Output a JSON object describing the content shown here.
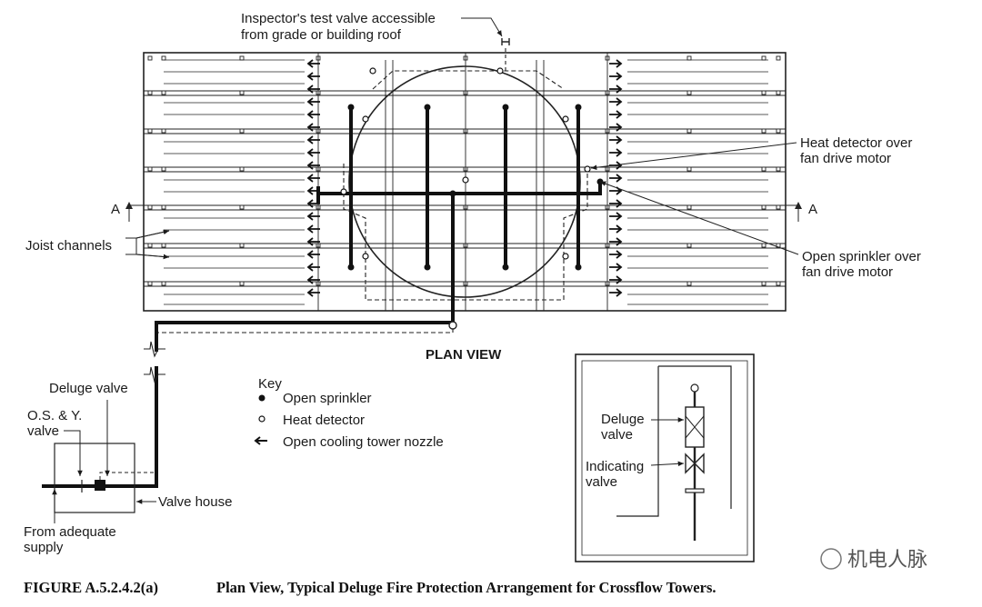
{
  "labels": {
    "inspector_line1": "Inspector's test valve accessible",
    "inspector_line2": "from grade or building roof",
    "heat_detector_line1": "Heat detector over",
    "heat_detector_line2": "fan drive motor",
    "open_sprinkler_line1": "Open sprinkler over",
    "open_sprinkler_line2": "fan drive motor",
    "joist_channels": "Joist channels",
    "section_left": "A",
    "section_right": "A",
    "plan_view": "PLAN VIEW",
    "deluge_valve": "Deluge valve",
    "osy_line1": "O.S. & Y.",
    "osy_line2": "valve",
    "valve_house": "Valve house",
    "supply_line1": "From adequate",
    "supply_line2": "supply"
  },
  "key": {
    "title": "Key",
    "items": [
      {
        "symbol": "filled-dot",
        "label": "Open sprinkler"
      },
      {
        "symbol": "hollow-dot",
        "label": "Heat detector"
      },
      {
        "symbol": "nozzle-arrow",
        "label": "Open cooling tower nozzle"
      }
    ]
  },
  "inset": {
    "deluge_line1": "Deluge",
    "deluge_line2": "valve",
    "indicating_line1": "Indicating",
    "indicating_line2": "valve"
  },
  "caption": {
    "figure_number": "FIGURE A.5.2.4.2(a)",
    "title": "Plan View, Typical Deluge Fire Protection Arrangement for Crossflow Towers."
  },
  "watermark": "机电人脉",
  "colors": {
    "ink": "#1a1a1a",
    "background": "#ffffff"
  }
}
